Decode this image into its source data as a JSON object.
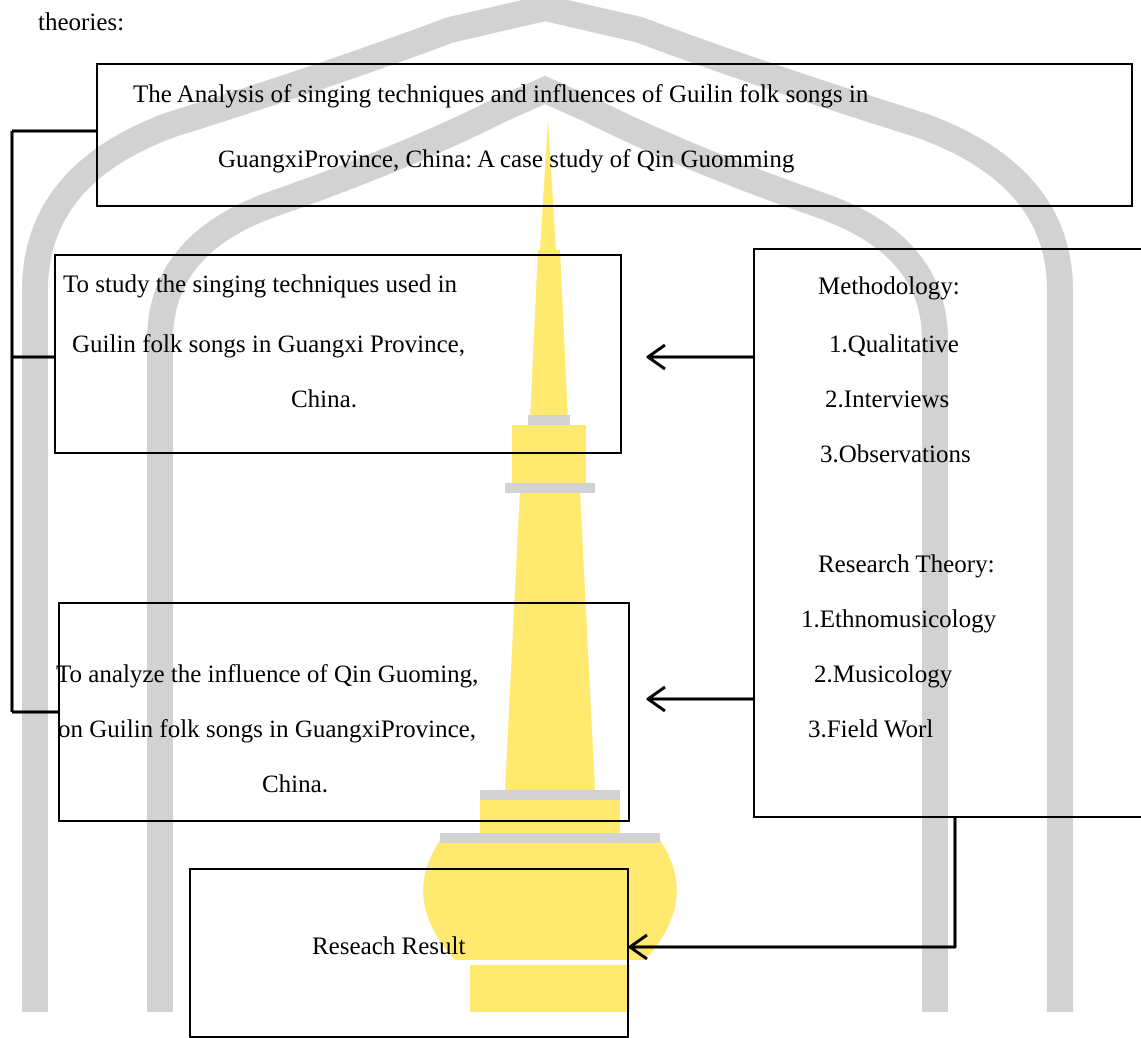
{
  "intro_fragment": "theories:",
  "title_box": {
    "line1": "The Analysis of singing techniques and influences of Guilin folk songs in",
    "line2": "GuangxiProvince, China: A case study of Qin Guomming"
  },
  "objective_1": {
    "line1": "To study the singing techniques used in",
    "line2": "Guilin folk songs in Guangxi Province,",
    "line3": "China."
  },
  "objective_2": {
    "line1": "To analyze the influence of Qin Guoming,",
    "line2": "on Guilin folk songs in GuangxiProvince,",
    "line3": "China."
  },
  "methods_box": {
    "methodology_heading": "Methodology:",
    "methodology_items": [
      "1.Qualitative",
      "2.Interviews",
      "3.Observations"
    ],
    "theory_heading": "Research Theory:",
    "theory_items": [
      "1.Ethnomusicology",
      "2.Musicology",
      "3.Field Worl"
    ]
  },
  "result_box": {
    "label": "Reseach Result"
  },
  "colors": {
    "line": "#000000",
    "watermark_gray": "#d2d2d2",
    "watermark_yellow": "#ffe96e"
  }
}
